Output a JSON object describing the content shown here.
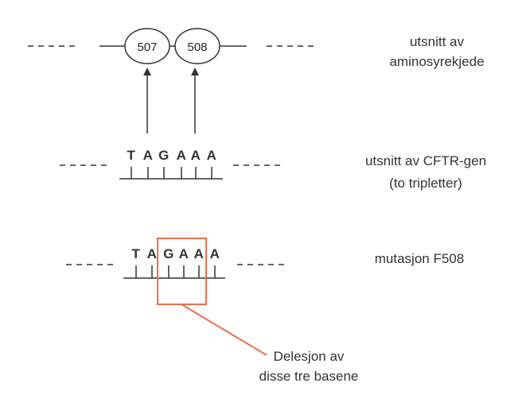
{
  "chain": {
    "residues": [
      "507",
      "508"
    ],
    "label_line1": "utsnitt av",
    "label_line2": "aminosyrekjede"
  },
  "gene": {
    "bases": [
      "T",
      "A",
      "G",
      "A",
      "A",
      "A"
    ],
    "label_line1": "utsnitt av CFTR-gen",
    "label_line2": "(to tripletter)"
  },
  "mutation": {
    "bases": [
      "T",
      "A",
      "G",
      "A",
      "A",
      "A"
    ],
    "label": "mutasjon F508"
  },
  "deletion": {
    "label_line1": "Delesjon av",
    "label_line2": "disse tre basene"
  },
  "colors": {
    "ink": "#333333",
    "highlight": "#e8704c"
  }
}
